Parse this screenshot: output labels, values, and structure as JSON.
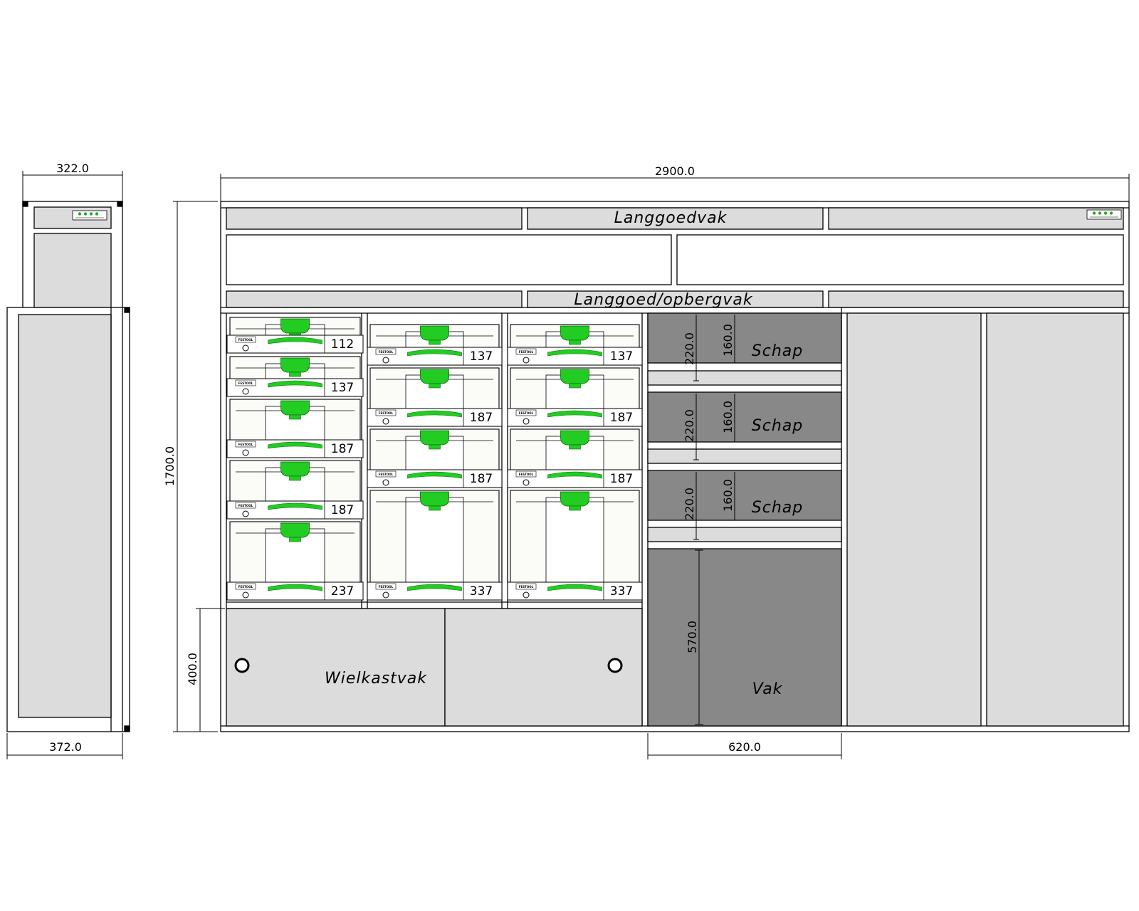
{
  "colors": {
    "line": "#000000",
    "panel": "#dcdcdc",
    "dark": "#888888",
    "systainer": "#fbfbf7",
    "accent": "#22cc22"
  },
  "dimensions": {
    "side_top": "322.0",
    "side_bottom": "372.0",
    "total_width": "2900.0",
    "total_height": "1700.0",
    "wheel_height": "400.0",
    "shelf_width": "620.0",
    "shelf_pitch": "220.0",
    "shelf_clear": "160.0",
    "vak_height": "570.0"
  },
  "labels": {
    "top_bay": "Langgoedvak",
    "middle_bay": "Langgoed/opbergvak",
    "wheel_bay": "Wielkastvak",
    "shelf": "Schap",
    "open_bay": "Vak"
  },
  "systainers": {
    "brand": "FESTOOL",
    "col1": [
      "112",
      "137",
      "187",
      "187",
      "237"
    ],
    "col2": [
      "137",
      "187",
      "187",
      "337"
    ],
    "col3": [
      "137",
      "187",
      "187",
      "337"
    ]
  }
}
